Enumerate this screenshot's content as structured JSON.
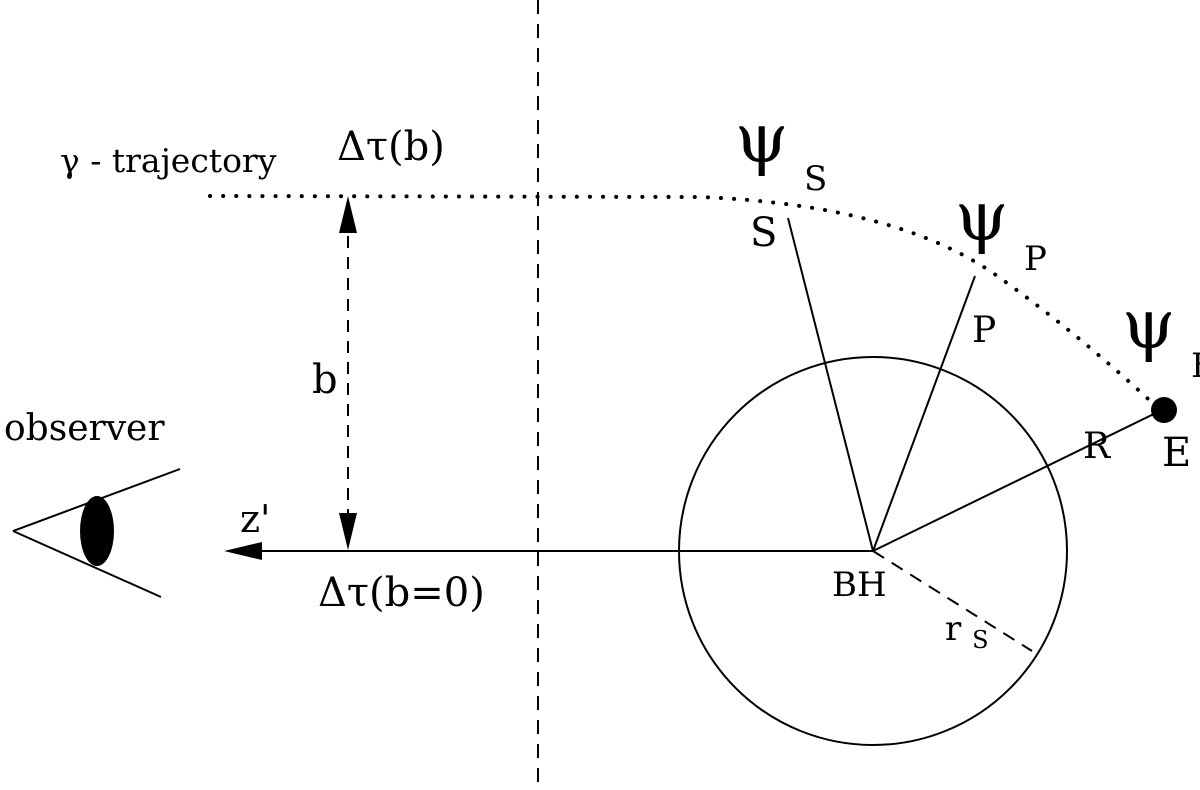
{
  "labels": {
    "trajectory": "γ - trajectory",
    "delta_tau_b": "Δτ(b)",
    "delta_tau_b0": "Δτ(b=0)",
    "b": "b",
    "observer": "observer",
    "z_prime": "z'",
    "bh": "BH",
    "rs_main": "r",
    "rs_sub": "S",
    "R": "R",
    "S": "S",
    "P": "P",
    "E": "E",
    "psi_s": "ψ",
    "psi_s_sub": "S",
    "psi_p": "ψ",
    "psi_p_sub": "P",
    "psi_e": "ψ",
    "psi_e_sub": "E"
  },
  "colors": {
    "ink": "#000000",
    "background": "#ffffff"
  }
}
